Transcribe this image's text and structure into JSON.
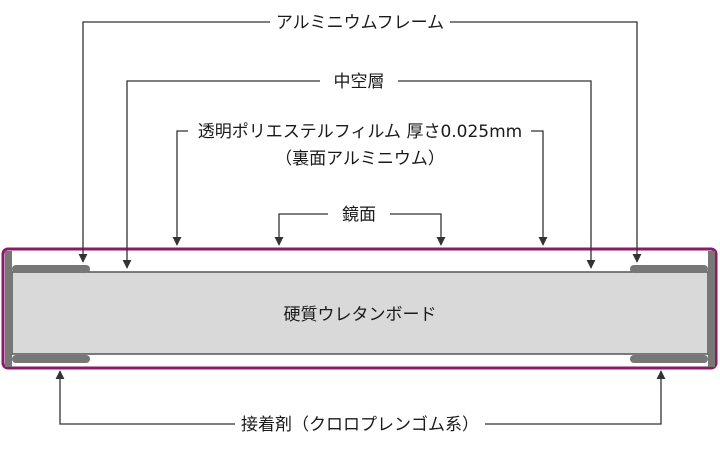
{
  "labels": {
    "aluminum_frame": "アルミニウムフレーム",
    "hollow_layer": "中空層",
    "film_line1": "透明ポリエステルフィルム 厚さ0.025mm",
    "film_line2": "（裏面アルミニウム）",
    "mirror_surface": "鏡面",
    "core_board": "硬質ウレタンボード",
    "adhesive": "接着剤（クロロプレンゴム系）"
  },
  "colors": {
    "frame_border": "#8b1a6b",
    "core_fill": "#d9d9d9",
    "frame_metal": "#777777",
    "line": "#333333",
    "background": "#ffffff"
  }
}
